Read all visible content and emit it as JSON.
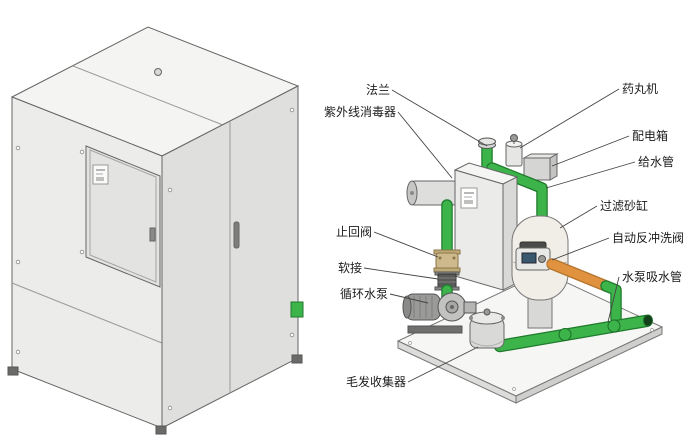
{
  "labels": {
    "flange": "法兰",
    "uv_sterilizer": "紫外线消毒器",
    "check_valve": "止回阀",
    "flexible_joint": "软接",
    "circulation_pump": "循环水泵",
    "hair_collector": "毛发收集器",
    "pill_dispenser": "药丸机",
    "power_distribution_box": "配电箱",
    "water_supply_pipe": "给水管",
    "sand_filter_tank": "过滤砂缸",
    "auto_backwash_valve": "自动反冲洗阀",
    "pump_suction_pipe": "水泵吸水管"
  },
  "colors": {
    "pipe_green": "#3cb44a",
    "pipe_green_dark": "#1f7a2c",
    "pipe_orange": "#e0923e",
    "pipe_orange_dark": "#b5742d",
    "leader_line": "#444444",
    "cabinet_front": "#ececea",
    "cabinet_side": "#dfdfdd",
    "cabinet_top": "#f4f4f2"
  }
}
